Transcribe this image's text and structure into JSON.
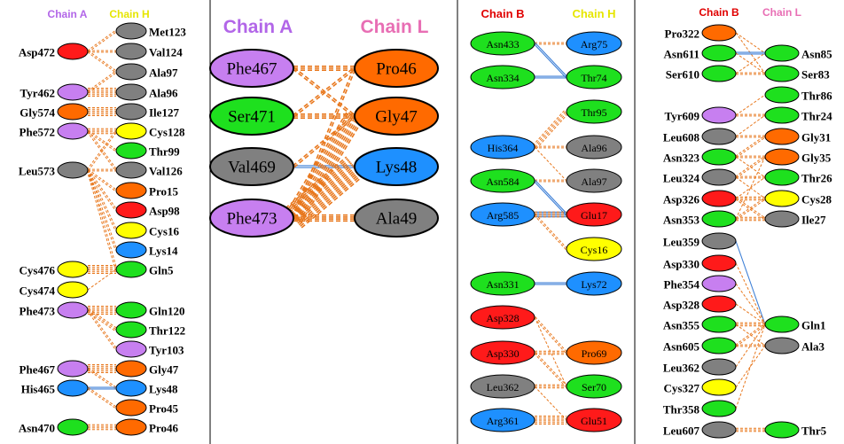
{
  "colors": {
    "purple": "#c77ff0",
    "gray": "#808080",
    "green": "#1ee01e",
    "orange": "#ff6a00",
    "yellow": "#ffff00",
    "red": "#ff1a1a",
    "blue": "#1e90ff",
    "hydrophobic_line": "#e8781e",
    "hbond_line": "#3d7fd6",
    "chain_a_header": "#b266e8",
    "chain_h_header": "#e6e600",
    "chain_l_header": "#e86eb4",
    "chain_b_header": "#e00000"
  },
  "panels": [
    {
      "id": "p1",
      "headers": {
        "left": "Chain A",
        "right": "Chain H"
      },
      "left_nodes": [
        {
          "label": "Asp472",
          "color": "red"
        },
        {
          "label": "Tyr462",
          "color": "purple"
        },
        {
          "label": "Gly574",
          "color": "orange"
        },
        {
          "label": "Phe572",
          "color": "purple"
        },
        {
          "label": "Leu573",
          "color": "gray"
        },
        {
          "label": "Cys476",
          "color": "yellow"
        },
        {
          "label": "Cys474",
          "color": "yellow"
        },
        {
          "label": "Phe473",
          "color": "purple"
        },
        {
          "label": "Phe467",
          "color": "purple"
        },
        {
          "label": "His465",
          "color": "blue"
        },
        {
          "label": "Asn470",
          "color": "green"
        }
      ],
      "right_nodes": [
        {
          "label": "Met123",
          "color": "gray"
        },
        {
          "label": "Val124",
          "color": "gray"
        },
        {
          "label": "Ala97",
          "color": "gray"
        },
        {
          "label": "Ala96",
          "color": "gray"
        },
        {
          "label": "Ile127",
          "color": "gray"
        },
        {
          "label": "Cys128",
          "color": "yellow"
        },
        {
          "label": "Thr99",
          "color": "green"
        },
        {
          "label": "Val126",
          "color": "gray"
        },
        {
          "label": "Pro15",
          "color": "orange"
        },
        {
          "label": "Asp98",
          "color": "red"
        },
        {
          "label": "Cys16",
          "color": "yellow"
        },
        {
          "label": "Lys14",
          "color": "blue"
        },
        {
          "label": "Gln5",
          "color": "green"
        },
        {
          "label": "Gln120",
          "color": "green"
        },
        {
          "label": "Thr122",
          "color": "green"
        },
        {
          "label": "Tyr103",
          "color": "purple"
        },
        {
          "label": "Gly47",
          "color": "orange"
        },
        {
          "label": "Lys48",
          "color": "blue"
        },
        {
          "label": "Pro45",
          "color": "orange"
        },
        {
          "label": "Pro46",
          "color": "orange"
        }
      ]
    },
    {
      "id": "p2",
      "headers": {
        "left": "Chain A",
        "right": "Chain L"
      },
      "left_nodes": [
        {
          "label": "Phe467",
          "color": "purple"
        },
        {
          "label": "Ser471",
          "color": "green"
        },
        {
          "label": "Val469",
          "color": "gray"
        },
        {
          "label": "Phe473",
          "color": "purple"
        }
      ],
      "right_nodes": [
        {
          "label": "Pro46",
          "color": "orange"
        },
        {
          "label": "Gly47",
          "color": "orange"
        },
        {
          "label": "Lys48",
          "color": "blue"
        },
        {
          "label": "Ala49",
          "color": "gray"
        }
      ]
    },
    {
      "id": "p3",
      "headers": {
        "left": "Chain B",
        "right": "Chain H"
      },
      "left_nodes": [
        {
          "label": "Asn433",
          "color": "green"
        },
        {
          "label": "Asn334",
          "color": "green"
        },
        {
          "label": "His364",
          "color": "blue"
        },
        {
          "label": "Asn584",
          "color": "green"
        },
        {
          "label": "Arg585",
          "color": "blue"
        },
        {
          "label": "Asn331",
          "color": "green"
        },
        {
          "label": "Asp328",
          "color": "red"
        },
        {
          "label": "Asp330",
          "color": "red"
        },
        {
          "label": "Leu362",
          "color": "gray"
        },
        {
          "label": "Arg361",
          "color": "blue"
        }
      ],
      "right_nodes": [
        {
          "label": "Arg75",
          "color": "blue"
        },
        {
          "label": "Thr74",
          "color": "green"
        },
        {
          "label": "Thr95",
          "color": "green"
        },
        {
          "label": "Ala96",
          "color": "gray"
        },
        {
          "label": "Ala97",
          "color": "gray"
        },
        {
          "label": "Glu17",
          "color": "red"
        },
        {
          "label": "Cys16",
          "color": "yellow"
        },
        {
          "label": "Lys72",
          "color": "blue"
        },
        {
          "label": "Pro69",
          "color": "orange"
        },
        {
          "label": "Ser70",
          "color": "green"
        },
        {
          "label": "Glu51",
          "color": "red"
        }
      ]
    },
    {
      "id": "p4",
      "headers": {
        "left": "Chain B",
        "right": "Chain L"
      },
      "left_nodes": [
        {
          "label": "Pro322",
          "color": "orange"
        },
        {
          "label": "Asn611",
          "color": "green"
        },
        {
          "label": "Ser610",
          "color": "green"
        },
        {
          "label": "Tyr609",
          "color": "purple"
        },
        {
          "label": "Leu608",
          "color": "gray"
        },
        {
          "label": "Asn323",
          "color": "green"
        },
        {
          "label": "Leu324",
          "color": "gray"
        },
        {
          "label": "Asp326",
          "color": "red"
        },
        {
          "label": "Asn353",
          "color": "green"
        },
        {
          "label": "Leu359",
          "color": "gray"
        },
        {
          "label": "Asp330",
          "color": "red"
        },
        {
          "label": "Phe354",
          "color": "purple"
        },
        {
          "label": "Asp328",
          "color": "red"
        },
        {
          "label": "Asn355",
          "color": "green"
        },
        {
          "label": "Asn605",
          "color": "green"
        },
        {
          "label": "Leu362",
          "color": "gray"
        },
        {
          "label": "Cys327",
          "color": "yellow"
        },
        {
          "label": "Thr358",
          "color": "green"
        },
        {
          "label": "Leu607",
          "color": "gray"
        }
      ],
      "right_nodes": [
        {
          "label": "Asn85",
          "color": "green"
        },
        {
          "label": "Ser83",
          "color": "green"
        },
        {
          "label": "Thr86",
          "color": "green"
        },
        {
          "label": "Thr24",
          "color": "green"
        },
        {
          "label": "Gly31",
          "color": "orange"
        },
        {
          "label": "Gly35",
          "color": "orange"
        },
        {
          "label": "Thr26",
          "color": "green"
        },
        {
          "label": "Cys28",
          "color": "yellow"
        },
        {
          "label": "Ile27",
          "color": "gray"
        },
        {
          "label": "Gln1",
          "color": "green"
        },
        {
          "label": "Ala3",
          "color": "gray"
        },
        {
          "label": "Thr5",
          "color": "green"
        }
      ]
    }
  ]
}
